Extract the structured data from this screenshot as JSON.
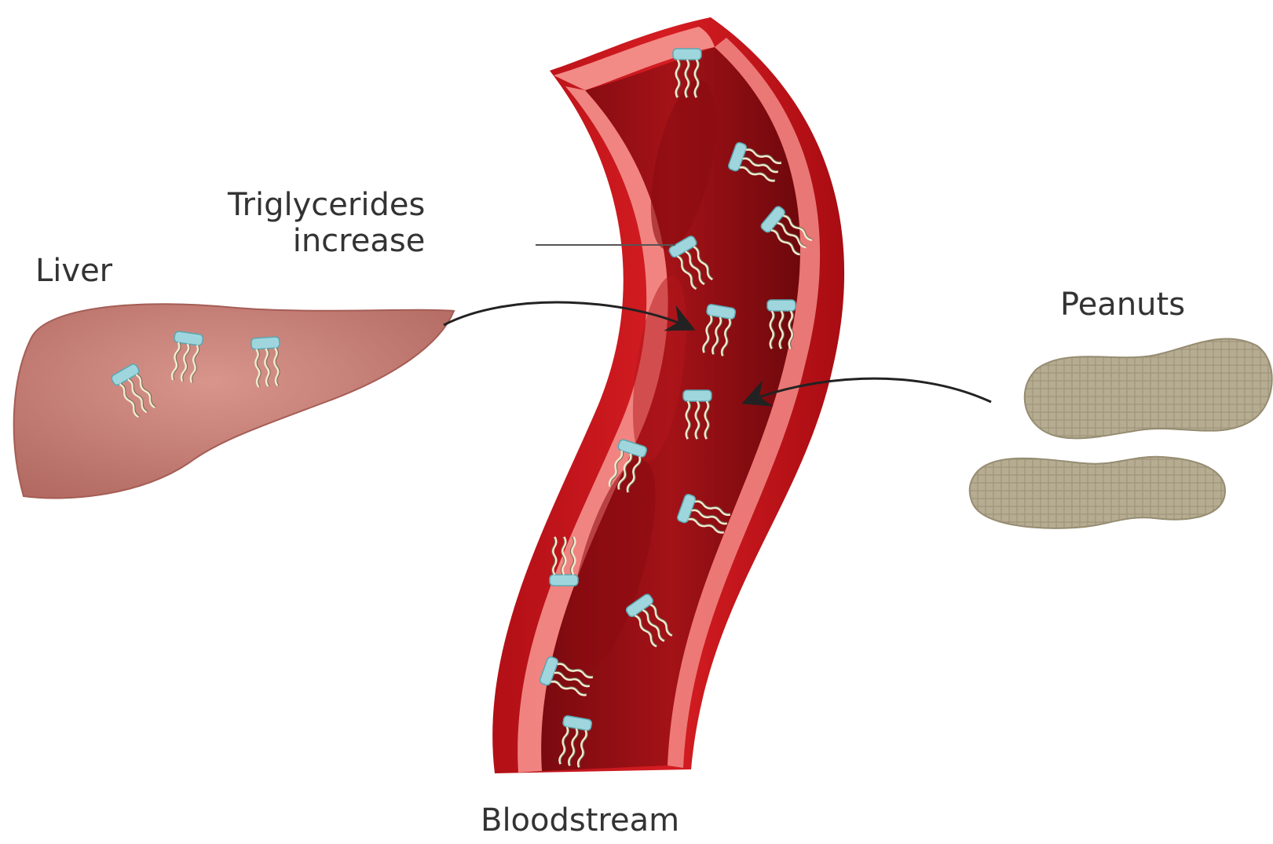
{
  "labels": {
    "liver": "Liver",
    "triglycerides_line1": "Triglycerides",
    "triglycerides_line2": "increase",
    "peanuts": "Peanuts",
    "bloodstream": "Bloodstream"
  },
  "colors": {
    "vessel_outer": "#c8141b",
    "vessel_inner": "#8e0d12",
    "vessel_wall": "#f28a86",
    "liver": "#c98179",
    "peanut": "#b3a98f",
    "molecule_head": "#9fd6dd",
    "molecule_tail": "#f1ead0",
    "arrow": "#222222"
  },
  "icons": [
    "liver-illustration",
    "blood-vessel-illustration",
    "peanut-illustration",
    "triglyceride-molecule-icon",
    "arrow"
  ]
}
